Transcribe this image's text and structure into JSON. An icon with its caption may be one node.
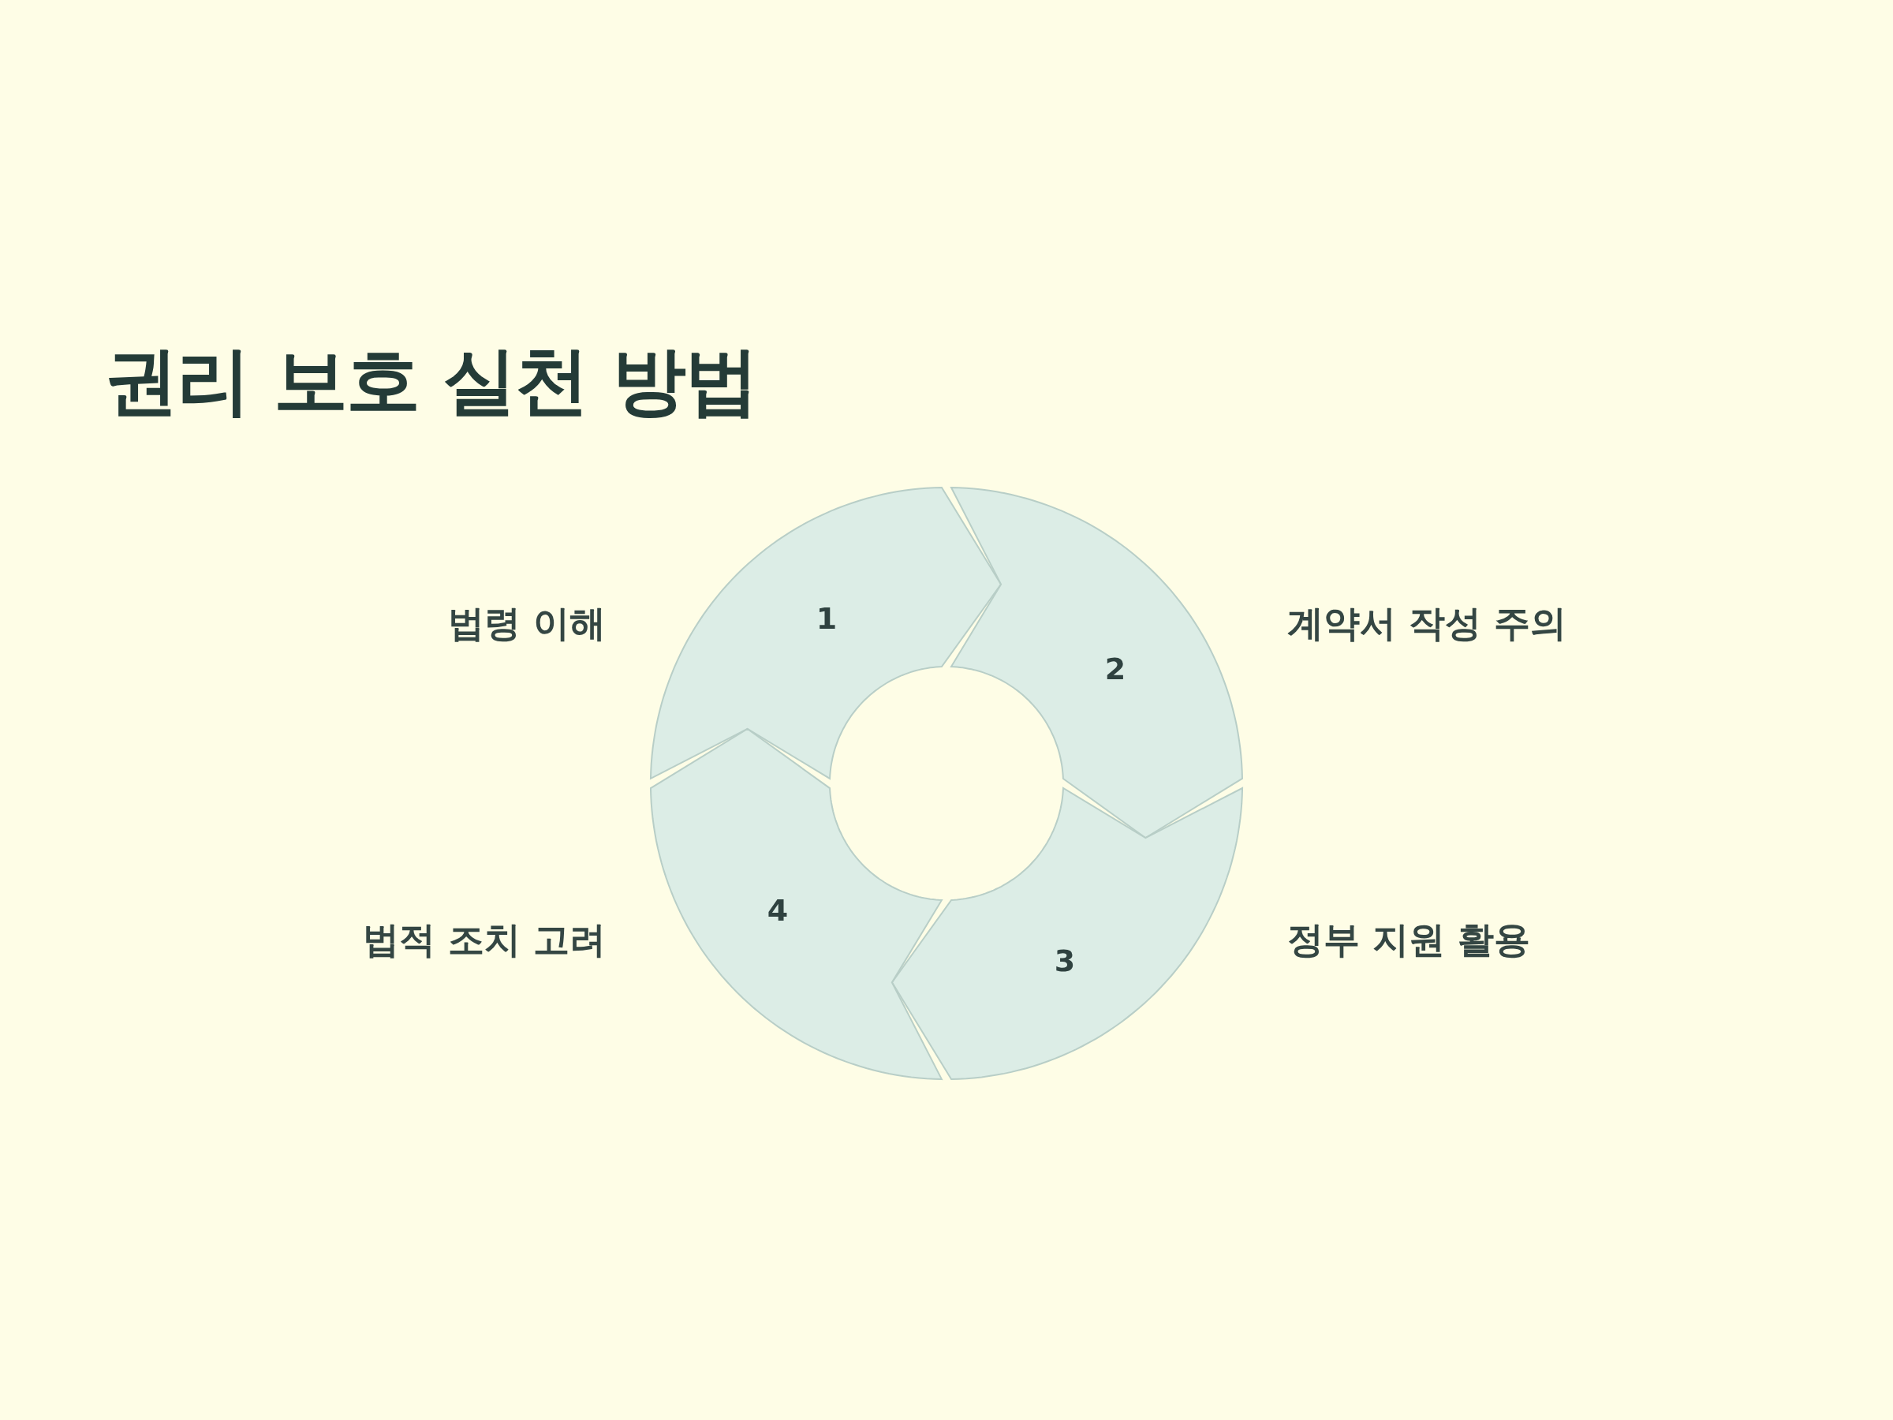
{
  "diagram": {
    "title": "권리 보호 실천 방법",
    "nodes": [
      {
        "text": [
          "1"
        ],
        "beside": [
          "법령 이해"
        ]
      },
      {
        "text": [
          "2"
        ],
        "beside": [
          "계약서 작성 주의"
        ]
      },
      {
        "text": [
          "3"
        ],
        "beside": [
          "정부 지원 활용"
        ]
      },
      {
        "text": [
          "4"
        ],
        "beside": [
          "법적 조치 고려"
        ]
      }
    ]
  }
}
